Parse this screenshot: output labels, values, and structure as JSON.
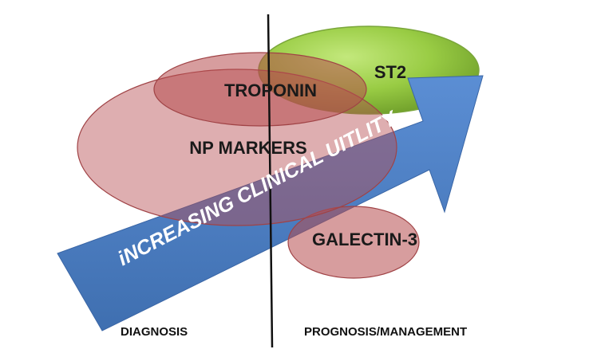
{
  "diagram": {
    "arrow_label": "iNCREASING CLINICAL UITLITY",
    "markers": {
      "troponin": "TROPONIN",
      "st2": "ST2",
      "np_markers": "NP MARKERS",
      "galectin3": "GALECTIN-3"
    },
    "regions": {
      "diagnosis": "DIAGNOSIS",
      "prognosis": "PROGNOSIS/MANAGEMENT"
    }
  },
  "colors": {
    "arrow": "#4a7cc0",
    "red_marker": "#b64c4f",
    "green_marker": "#8cc43c",
    "divider": "#111111"
  }
}
